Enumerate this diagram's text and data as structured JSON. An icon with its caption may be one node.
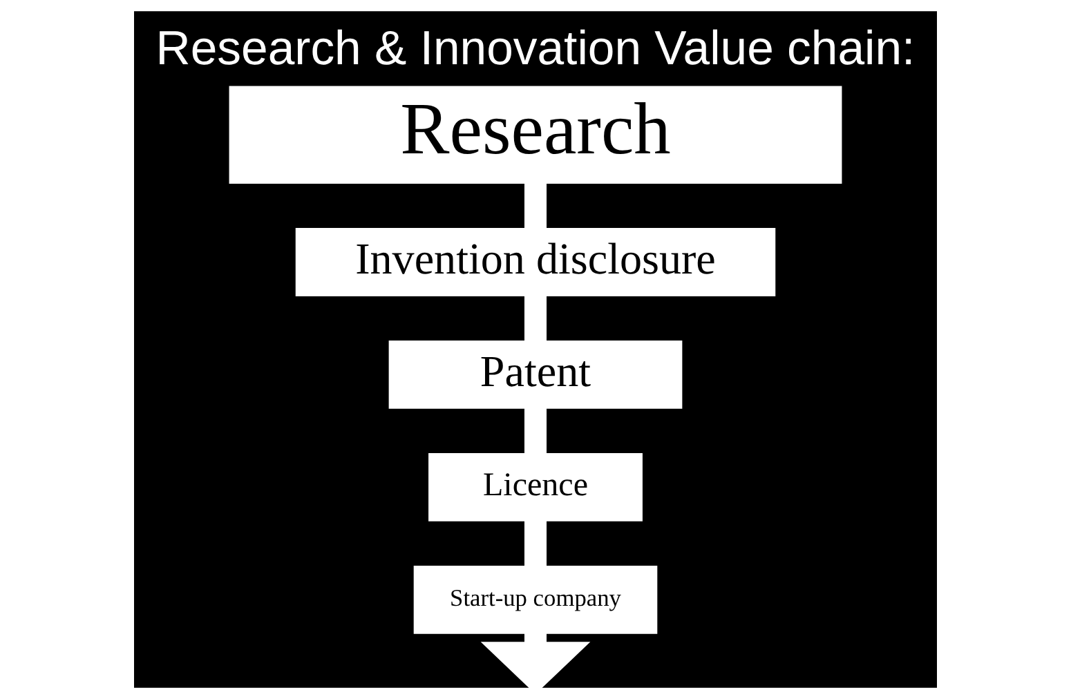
{
  "diagram": {
    "title": "Research & Innovation Value chain:",
    "nodes": [
      {
        "text": [
          "Research"
        ]
      },
      {
        "text": [
          "Invention disclosure"
        ]
      },
      {
        "text": [
          "Patent"
        ]
      },
      {
        "text": [
          "Licence"
        ]
      },
      {
        "text": [
          "Start-up company"
        ]
      }
    ],
    "edges": [
      {
        "from": 0,
        "to": 1,
        "arrow": "none"
      },
      {
        "from": 1,
        "to": 2,
        "arrow": "none"
      },
      {
        "from": 2,
        "to": 3,
        "arrow": "none"
      },
      {
        "from": 3,
        "to": 4,
        "arrow": "none"
      },
      {
        "from": 4,
        "to": null,
        "arrow": "to"
      }
    ]
  }
}
